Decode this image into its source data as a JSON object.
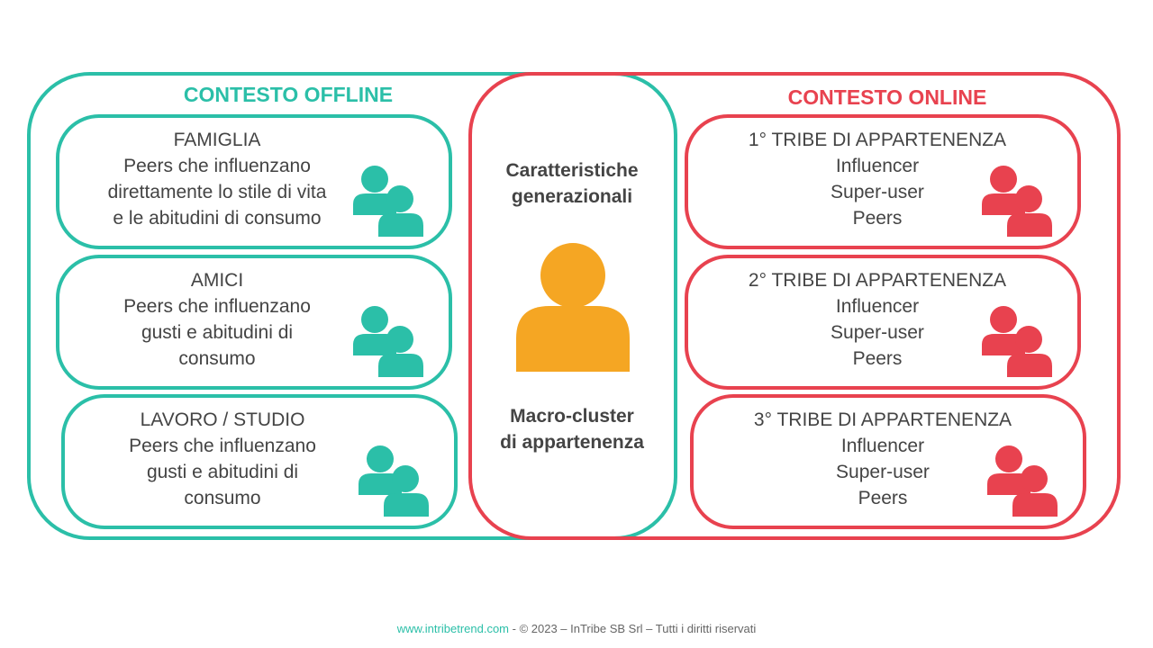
{
  "colors": {
    "offline": "#2bbfa8",
    "online": "#e8424f",
    "center": "#f5a623"
  },
  "offline": {
    "title": "CONTESTO OFFLINE",
    "boxes": [
      {
        "title": "FAMIGLIA",
        "lines": [
          "Peers che influenzano",
          "direttamente lo stile di vita",
          "e le abitudini di consumo"
        ]
      },
      {
        "title": "AMICI",
        "lines": [
          "Peers che influenzano",
          "gusti e abitudini di",
          "consumo"
        ]
      },
      {
        "title": "LAVORO / STUDIO",
        "lines": [
          "Peers che influenzano",
          "gusti e abitudini di",
          "consumo"
        ]
      }
    ]
  },
  "center": {
    "top": [
      "Caratteristiche",
      "generazionali"
    ],
    "bottom": [
      "Macro-cluster",
      "di appartenenza"
    ],
    "icon": "person-icon"
  },
  "online": {
    "title": "CONTESTO ONLINE",
    "boxes": [
      {
        "title": "1° TRIBE DI APPARTENENZA",
        "lines": [
          "Influencer",
          "Super-user",
          "Peers"
        ]
      },
      {
        "title": "2° TRIBE DI APPARTENENZA",
        "lines": [
          "Influencer",
          "Super-user",
          "Peers"
        ]
      },
      {
        "title": "3° TRIBE DI APPARTENENZA",
        "lines": [
          "Influencer",
          "Super-user",
          "Peers"
        ]
      }
    ]
  },
  "footer": {
    "site": "www.intribetrend.com",
    "rest": " - © 2023 – InTribe SB Srl – Tutti i diritti riservati"
  }
}
